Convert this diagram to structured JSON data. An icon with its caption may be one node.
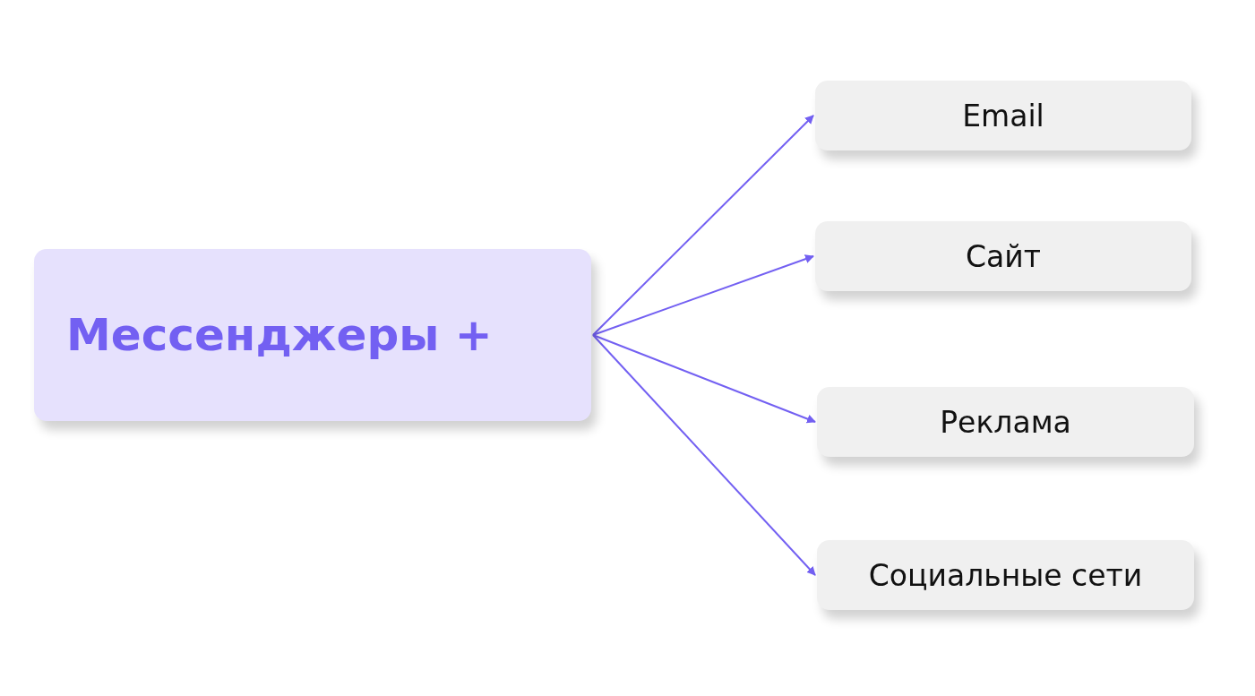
{
  "diagram": {
    "nodes": [
      {
        "text": [
          "Мессенджеры +"
        ]
      },
      {
        "text": [
          "Email"
        ]
      },
      {
        "text": [
          "Сайт"
        ]
      },
      {
        "text": [
          "Реклама"
        ]
      },
      {
        "text": [
          "Социальные сети"
        ]
      }
    ],
    "edges": [
      {
        "from": 0,
        "to": 1,
        "arrow": "to"
      },
      {
        "from": 0,
        "to": 2,
        "arrow": "to"
      },
      {
        "from": 0,
        "to": 3,
        "arrow": "to"
      },
      {
        "from": 0,
        "to": 4,
        "arrow": "to"
      }
    ]
  }
}
